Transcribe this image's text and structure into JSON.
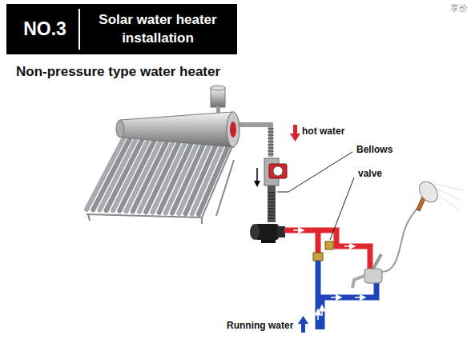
{
  "diagram": {
    "title": "Non-pressure type water heater",
    "nodes": [
      {
        "text": [
          "NO.3",
          "Solar water heater installation"
        ]
      }
    ],
    "labels": [
      "hot water",
      "Bellows",
      "valve",
      "Running water",
      "享价"
    ]
  }
}
